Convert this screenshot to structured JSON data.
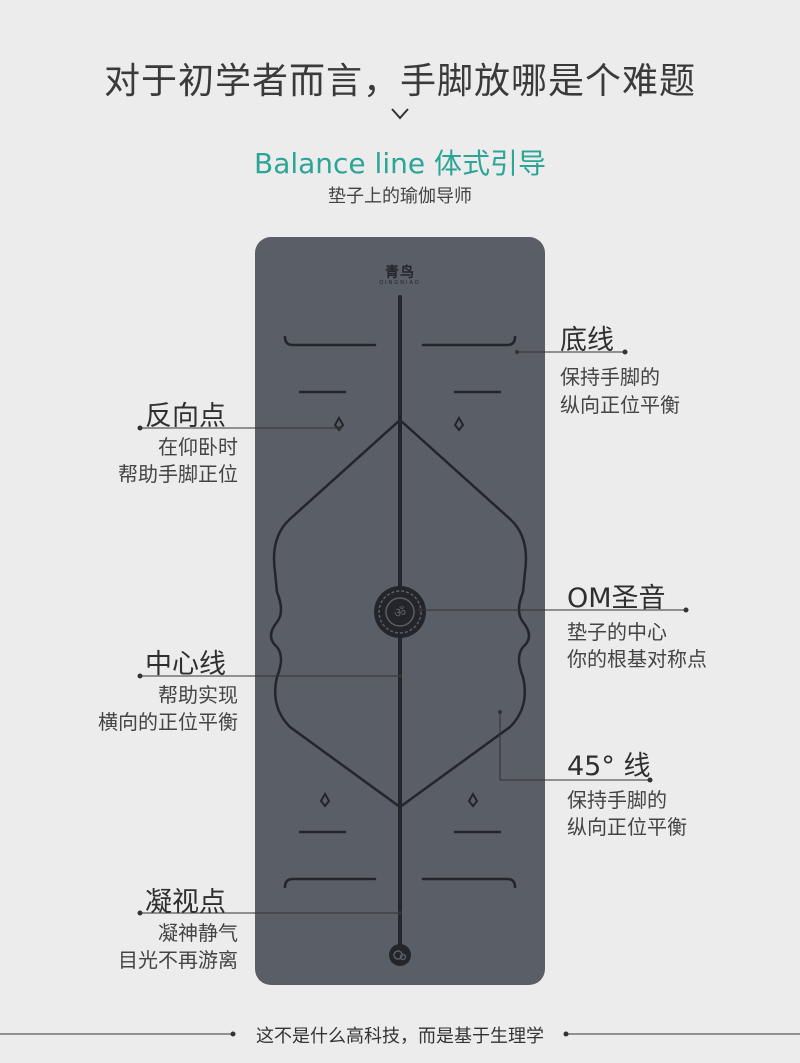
{
  "header": {
    "title": "对于初学者而言，手脚放哪是个难题",
    "subtitle": "Balance line 体式引导",
    "caption": "垫子上的瑜伽导师",
    "chevron_icon": "chevron-down-icon",
    "accent_color": "#2aa597"
  },
  "mat": {
    "brand": "青鸟",
    "brand_sub": "QINGNIAO",
    "color": "#5a5e66",
    "line_color": "#23252a"
  },
  "annotations": {
    "bottom_line": {
      "title": "底线",
      "desc1": "保持手脚的",
      "desc2": "纵向正位平衡"
    },
    "reverse_point": {
      "title": "反向点",
      "desc1": "在仰卧时",
      "desc2": "帮助手脚正位"
    },
    "om": {
      "title": "OM圣音",
      "desc1": "垫子的中心",
      "desc2": "你的根基对称点"
    },
    "center_line": {
      "title": "中心线",
      "desc1": "帮助实现",
      "desc2": "横向的正位平衡"
    },
    "line45": {
      "title": "45°  线",
      "desc1": "保持手脚的",
      "desc2": "纵向正位平衡"
    },
    "gaze_point": {
      "title": "凝视点",
      "desc1": "凝神静气",
      "desc2": "目光不再游离"
    }
  },
  "footer": {
    "text": "这不是什么高科技，而是基于生理学"
  }
}
